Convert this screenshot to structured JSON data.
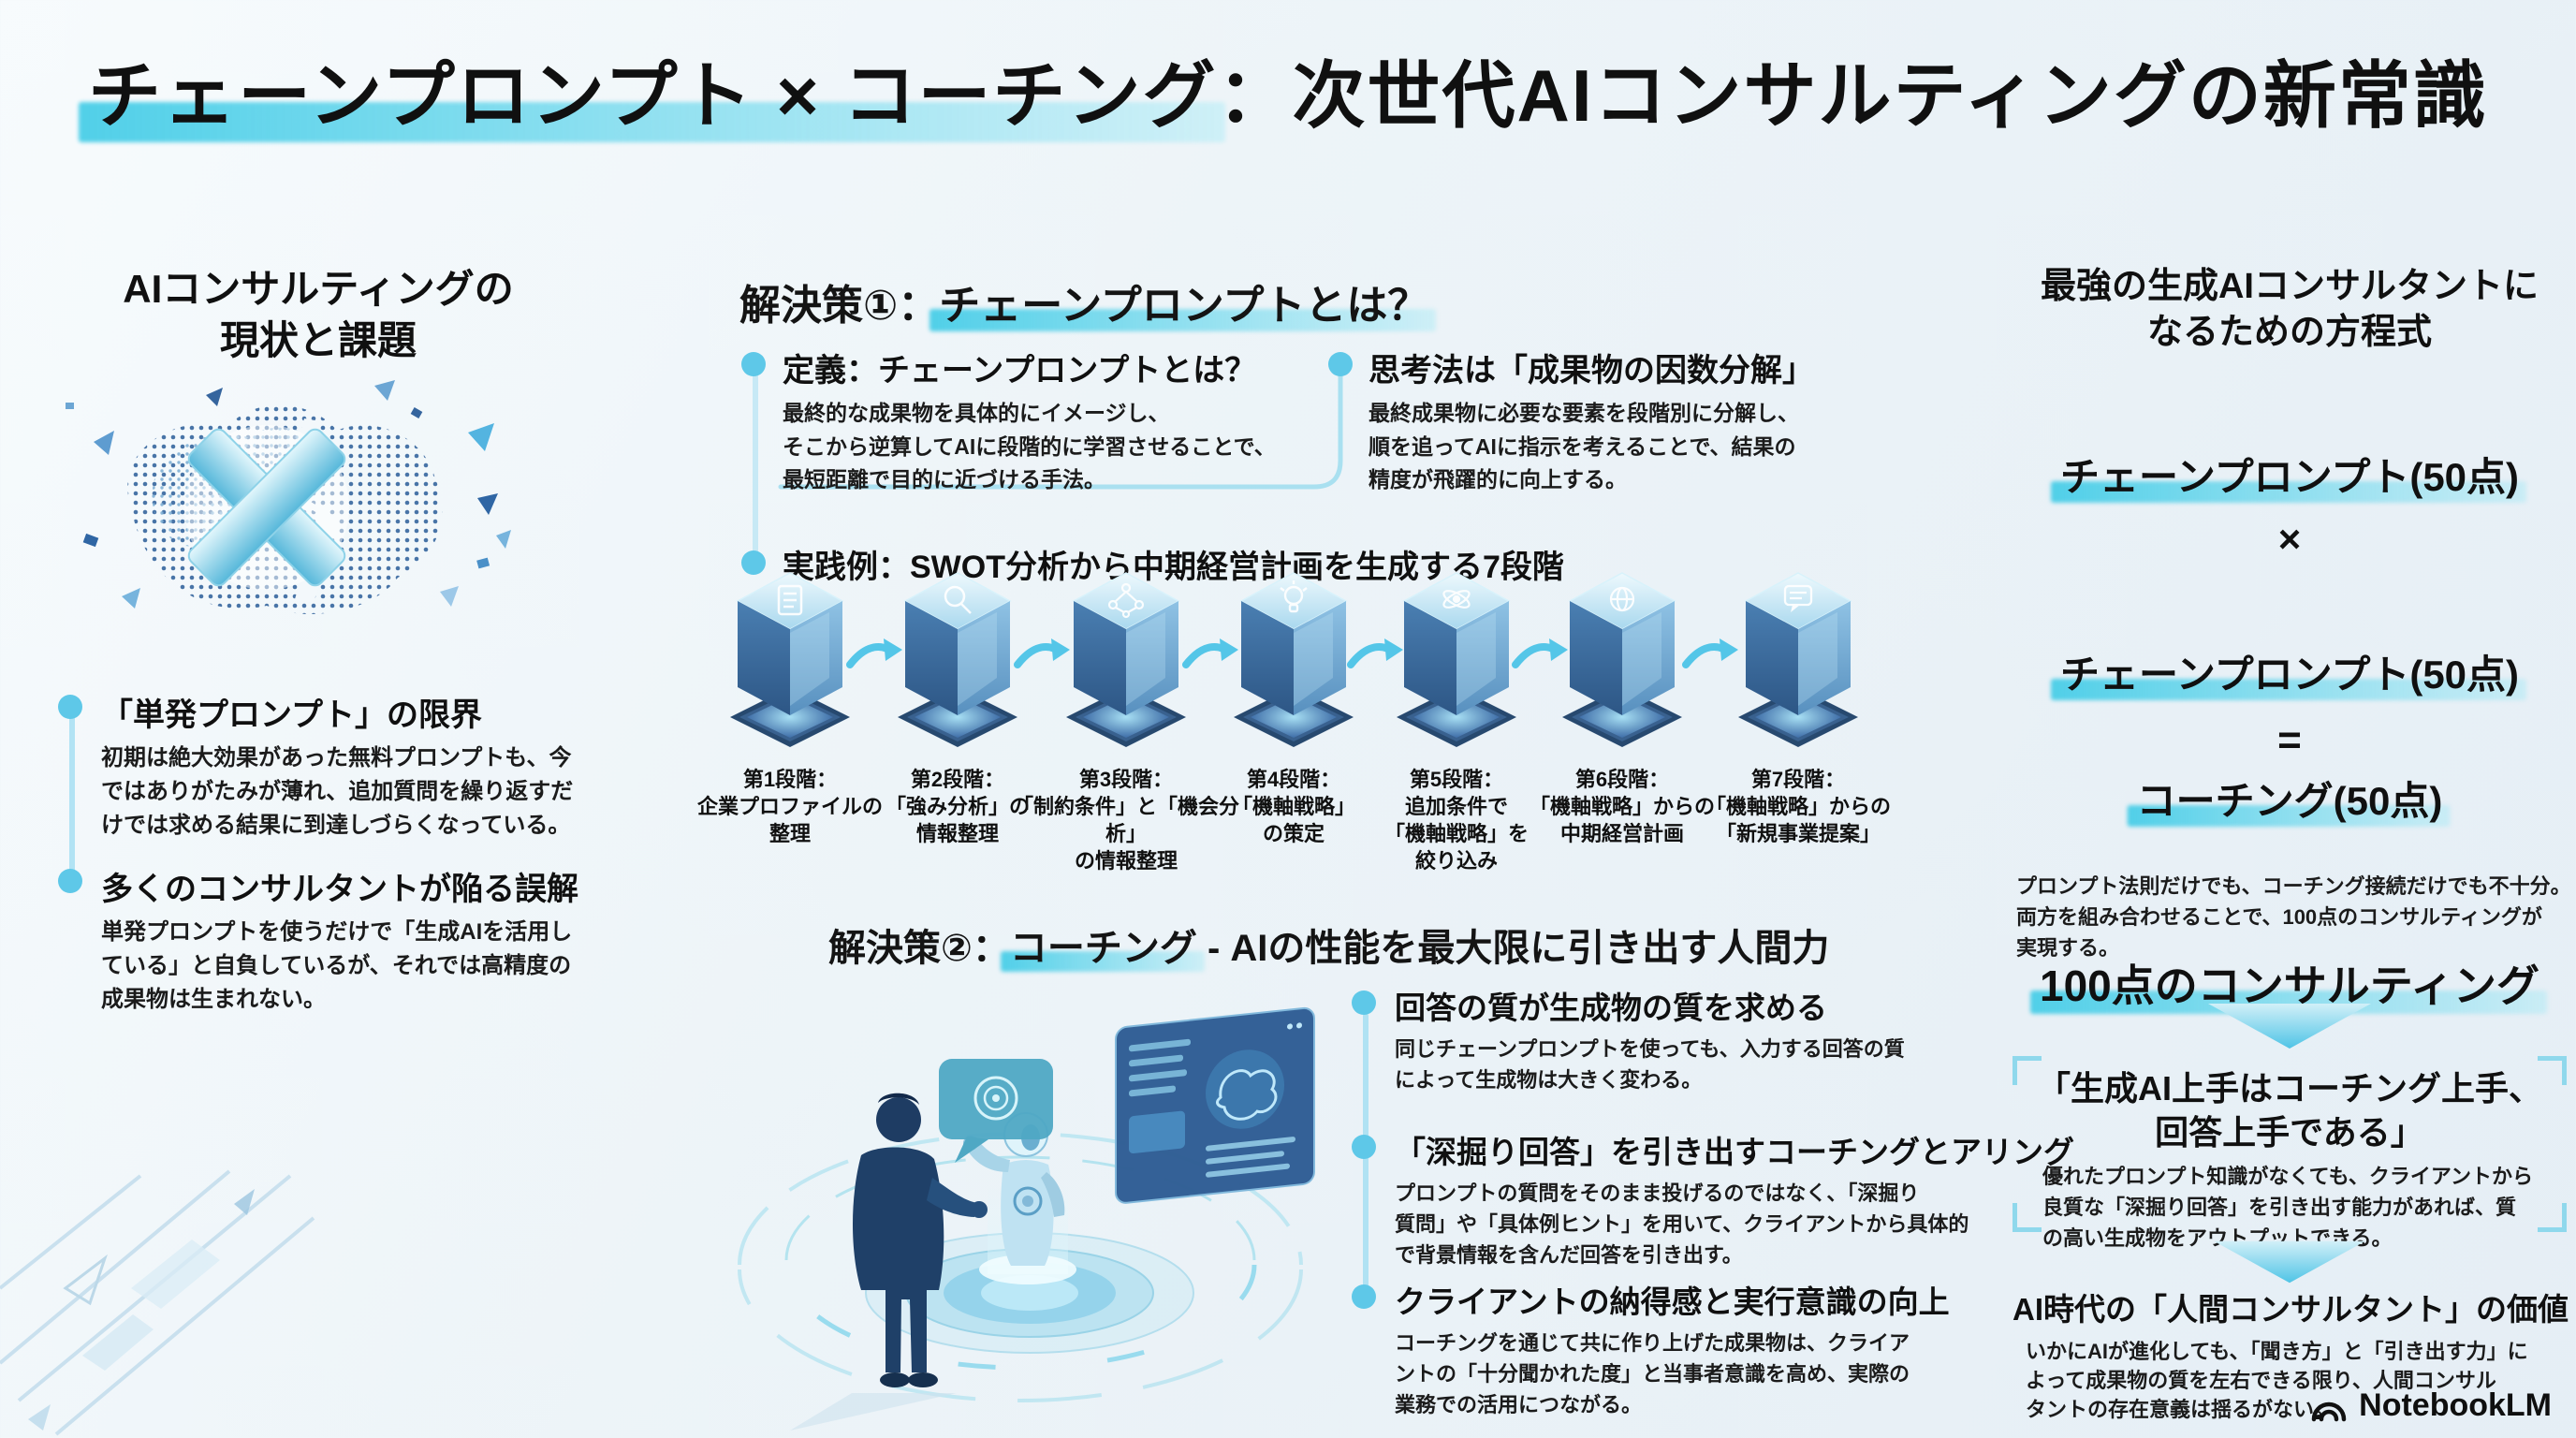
{
  "title": {
    "highlight": "チェーンプロンプト × コーチング",
    "rest": "：次世代AIコンサルティングの新常識"
  },
  "left": {
    "heading": "AIコンサルティングの\n現状と課題",
    "items": [
      {
        "title": "「単発プロンプト」の限界",
        "body": "初期は絶大効果があった無料プロンプトも、今\nではありがたみが薄れ、追加質問を繰り返すだ\nけでは求める結果に到達しづらくなっている。"
      },
      {
        "title": "多くのコンサルタントが陥る誤解",
        "body": "単発プロンプトを使うだけで「生成AIを活用し\nている」と自負しているが、それでは高精度の\n成果物は生まれない。"
      }
    ]
  },
  "solution1": {
    "heading_prefix": "解決策①：",
    "heading_highlight": "チェーンプロンプトとは？",
    "definition": {
      "title": "定義：チェーンプロンプトとは？",
      "body": "最終的な成果物を具体的にイメージし、\nそこから逆算してAIに段階的に学習させることで、\n最短距離で目的に近づける手法。"
    },
    "thinking": {
      "title": "思考法は「成果物の因数分解」",
      "body": "最終成果物に必要な要素を段階別に分解し、\n順を追ってAIに指示を考えることで、結果の\n精度が飛躍的に向上する。"
    },
    "example_label": "実践例：SWOT分析から中期経営計画を生成する7段階",
    "stages": [
      {
        "text": "第1段階：\n企業プロファイルの\n整理",
        "icon": "document-icon"
      },
      {
        "text": "第2段階：\n「強み分析」の\n情報整理",
        "icon": "magnifier-icon"
      },
      {
        "text": "第3段階：\n「制約条件」と「機会分析」\nの情報整理",
        "icon": "network-icon"
      },
      {
        "text": "第4段階：\n「機軸戦略」\nの策定",
        "icon": "lightbulb-icon"
      },
      {
        "text": "第5段階：\n追加条件で\n「機軸戦略」を\n絞り込み",
        "icon": "atom-icon"
      },
      {
        "text": "第6段階：\n「機軸戦略」からの\n中期経営計画",
        "icon": "globe-icon"
      },
      {
        "text": "第7段階：\n「機軸戦略」からの\n「新規事業提案」",
        "icon": "chat-icon"
      }
    ]
  },
  "solution2": {
    "heading_prefix": "解決策②：",
    "heading_highlight": "コーチング",
    "heading_suffix": " - AIの性能を最大限に引き出す人間力",
    "items": [
      {
        "title": "回答の質が生成物の質を求める",
        "body": "同じチェーンプロンプトを使っても、入力する回答の質\nによって生成物は大きく変わる。"
      },
      {
        "title": "「深掘り回答」を引き出すコーチングとアリング",
        "body": "プロンプトの質問をそのまま投げるのではなく、「深掘り\n質問」や「具体例ヒント」を用いて、クライアントから具体的\nで背景情報を含んだ回答を引き出す。"
      },
      {
        "title": "クライアントの納得感と実行意識の向上",
        "body": "コーチングを通じて共に作り上げた成果物は、クライア\nントの「十分聞かれた度」と当事者意識を高め、実際の\n業務での活用につながる。"
      }
    ]
  },
  "right": {
    "heading": "最強の生成AIコンサルタントに\nなるための方程式",
    "formula": [
      "チェーンプロンプト(50点)",
      "×",
      "チェーンプロンプト(50点)",
      "コーチング(50点)",
      "=",
      "100点のコンサルティング"
    ],
    "note": "プロンプト法則だけでも、コーチング接続だけでも不十分。\n両方を組み合わせることで、100点のコンサルティングが\n実現する。",
    "quote_title": "「生成AI上手はコーチング上手、\n回答上手である」",
    "quote_body": "優れたプロンプト知識がなくても、クライアントから\n良質な「深掘り回答」を引き出す能力があれば、質\nの高い生成物をアウトプットできる。",
    "value_title": "AI時代の「人間コンサルタント」の価値",
    "value_body": "いかにAIが進化しても、「聞き方」と「引き出す力」に\nよって成果物の質を左右できる限り、人間コンサル\nタントの存在意義は揺るがない。"
  },
  "footer": {
    "brand": "NotebookLM"
  },
  "colors": {
    "highlight": "#5fd0e6",
    "accent_dot": "#5ec8e8",
    "cube_blue": "#3f6ea8",
    "text": "#141414",
    "background": "#edf4f8"
  }
}
